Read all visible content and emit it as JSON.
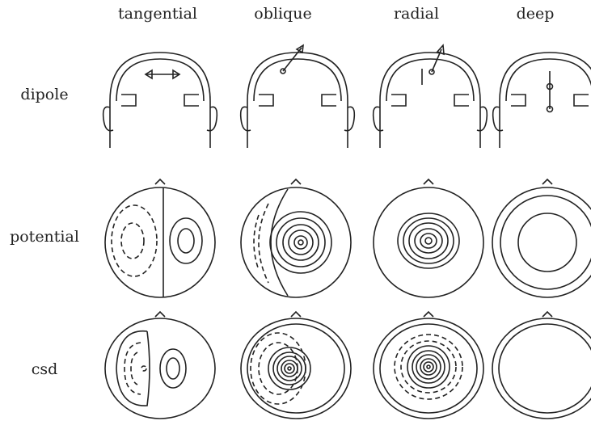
{
  "columns": [
    "tangential",
    "oblique",
    "radial",
    "deep"
  ],
  "rows": [
    "dipole",
    "potential",
    "csd"
  ]
}
